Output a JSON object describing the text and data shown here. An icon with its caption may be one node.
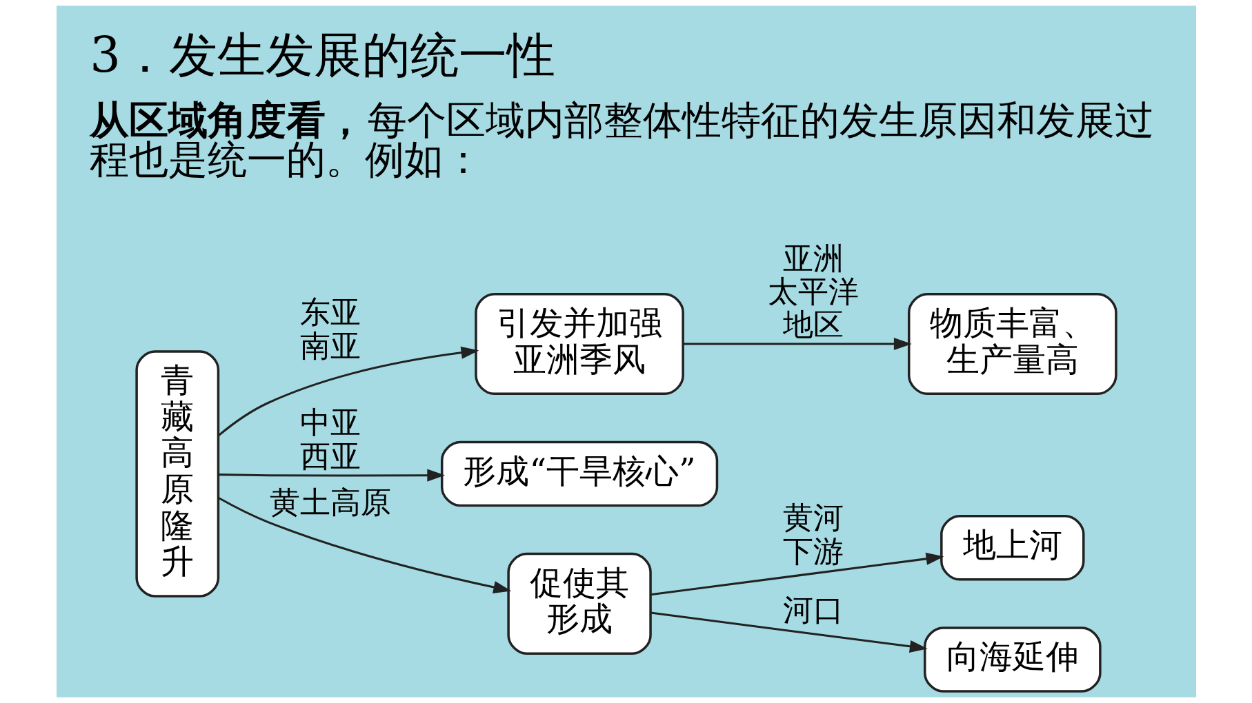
{
  "diagram": {
    "title": "3．发生发展的统一性",
    "caption": "**从区域角度看，**每个区域内部整体性特征的发生原因和发展过程也是统一的。例如：",
    "nodes": [
      {
        "text": [
          "青藏高原隆升"
        ]
      },
      {
        "text": [
          "引发并加强亚洲季风"
        ]
      },
      {
        "text": [
          "物质丰富、生产量高"
        ]
      },
      {
        "text": [
          "形成“干旱核心”"
        ]
      },
      {
        "text": [
          "促使其形成"
        ]
      },
      {
        "text": [
          "地上河"
        ]
      },
      {
        "text": [
          "向海延伸"
        ]
      }
    ],
    "edges": [
      {
        "from": 0,
        "to": 1,
        "arrow": "to",
        "label": "东亚南亚"
      },
      {
        "from": 1,
        "to": 2,
        "arrow": "to",
        "label": "亚洲太平洋地区"
      },
      {
        "from": 0,
        "to": 3,
        "arrow": "to",
        "label": "中亚西亚"
      },
      {
        "from": 0,
        "to": 4,
        "arrow": "to",
        "label": "黄土高原"
      },
      {
        "from": 4,
        "to": 5,
        "arrow": "to",
        "label": "黄河下游"
      },
      {
        "from": 4,
        "to": 6,
        "arrow": "to",
        "label": "河口"
      }
    ]
  }
}
